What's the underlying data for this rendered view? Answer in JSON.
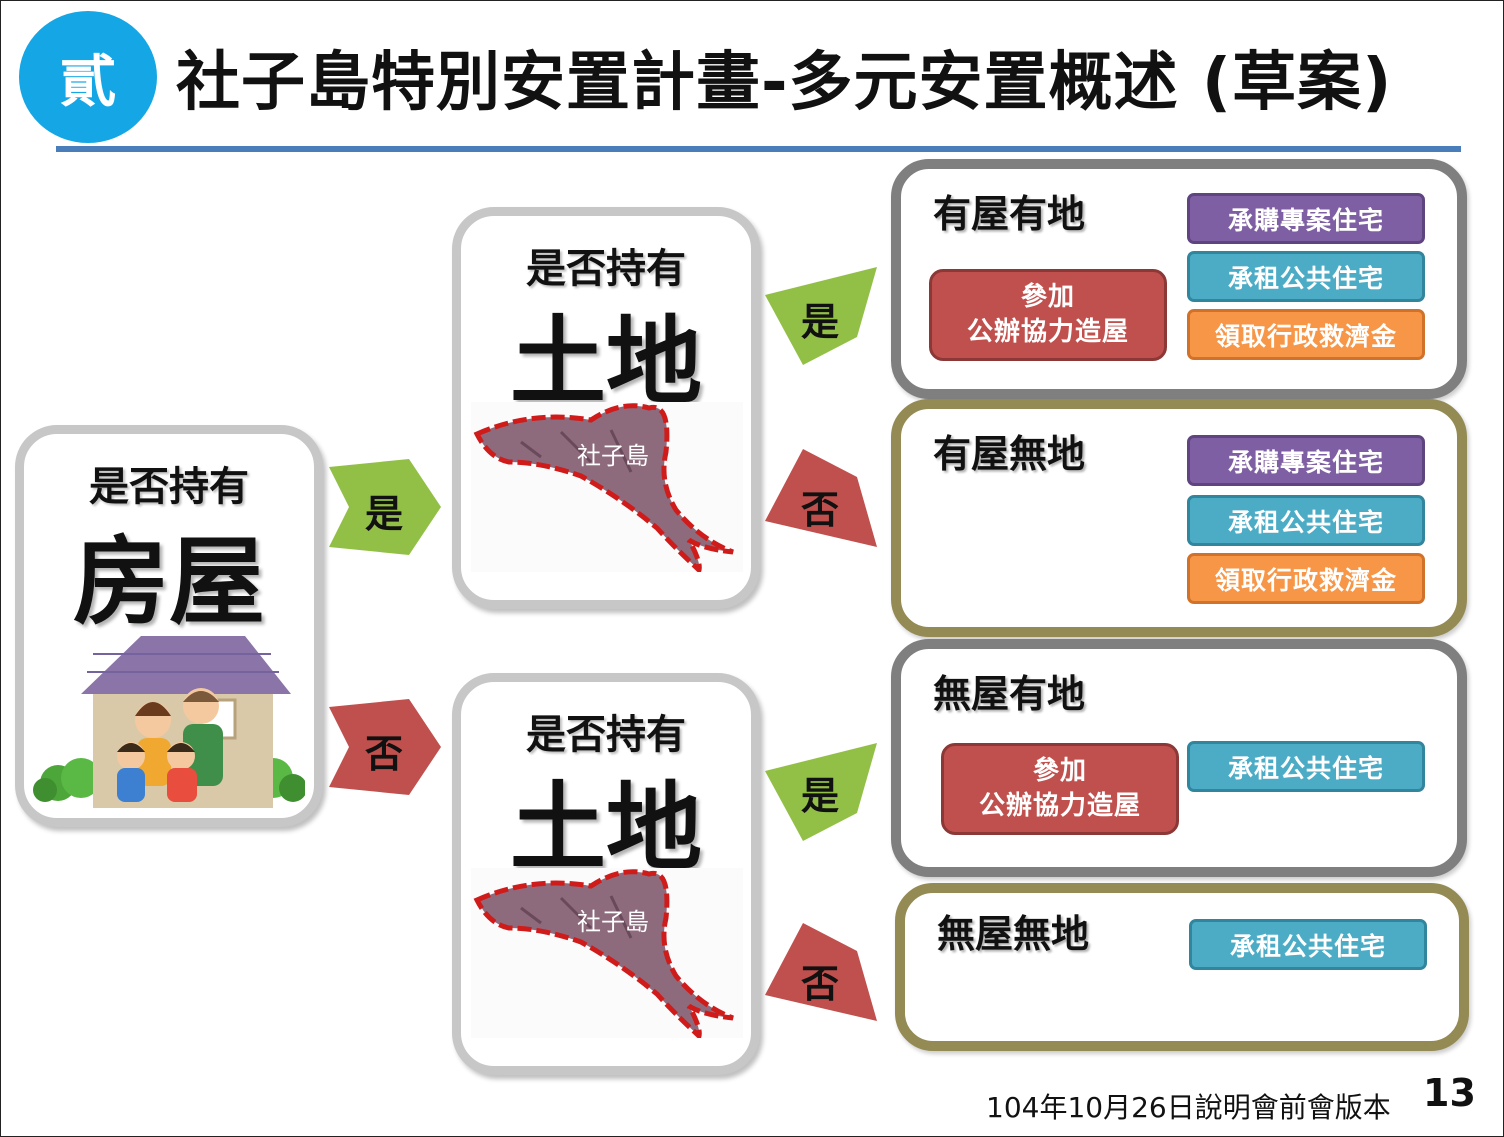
{
  "header": {
    "badge": "貳",
    "title": "社子島特別安置計畫-多元安置概述 (草案)"
  },
  "house_card": {
    "question": "是否持有",
    "subject": "房屋",
    "illustration": "family-house-illustration"
  },
  "land_cards": [
    {
      "question": "是否持有",
      "subject": "土地",
      "map_label": "社子島"
    },
    {
      "question": "是否持有",
      "subject": "土地",
      "map_label": "社子島"
    }
  ],
  "arrows": {
    "yes": "是",
    "no": "否"
  },
  "results": [
    {
      "title": "有屋有地",
      "options": [
        "承購專案住宅",
        "承租公共住宅",
        "領取行政救濟金"
      ],
      "build_option": [
        "參加",
        "公辦協力造屋"
      ]
    },
    {
      "title": "有屋無地",
      "options": [
        "承購專案住宅",
        "承租公共住宅",
        "領取行政救濟金"
      ]
    },
    {
      "title": "無屋有地",
      "options": [
        "承租公共住宅"
      ],
      "build_option": [
        "參加",
        "公辦協力造屋"
      ]
    },
    {
      "title": "無屋無地",
      "options": [
        "承租公共住宅"
      ]
    }
  ],
  "colors": {
    "badge": "#15a6e5",
    "title_rule": "#4a7ebb",
    "yes_arrow": "#92c047",
    "no_arrow": "#c0504d",
    "box_gray": "#7f7f7f",
    "box_olive": "#948a54",
    "purchase": "#7f5fa3",
    "rent": "#4cacc6",
    "relief": "#f79646",
    "build": "#c0504d"
  },
  "footer": {
    "version": "104年10月26日說明會前會版本",
    "page": "13"
  }
}
